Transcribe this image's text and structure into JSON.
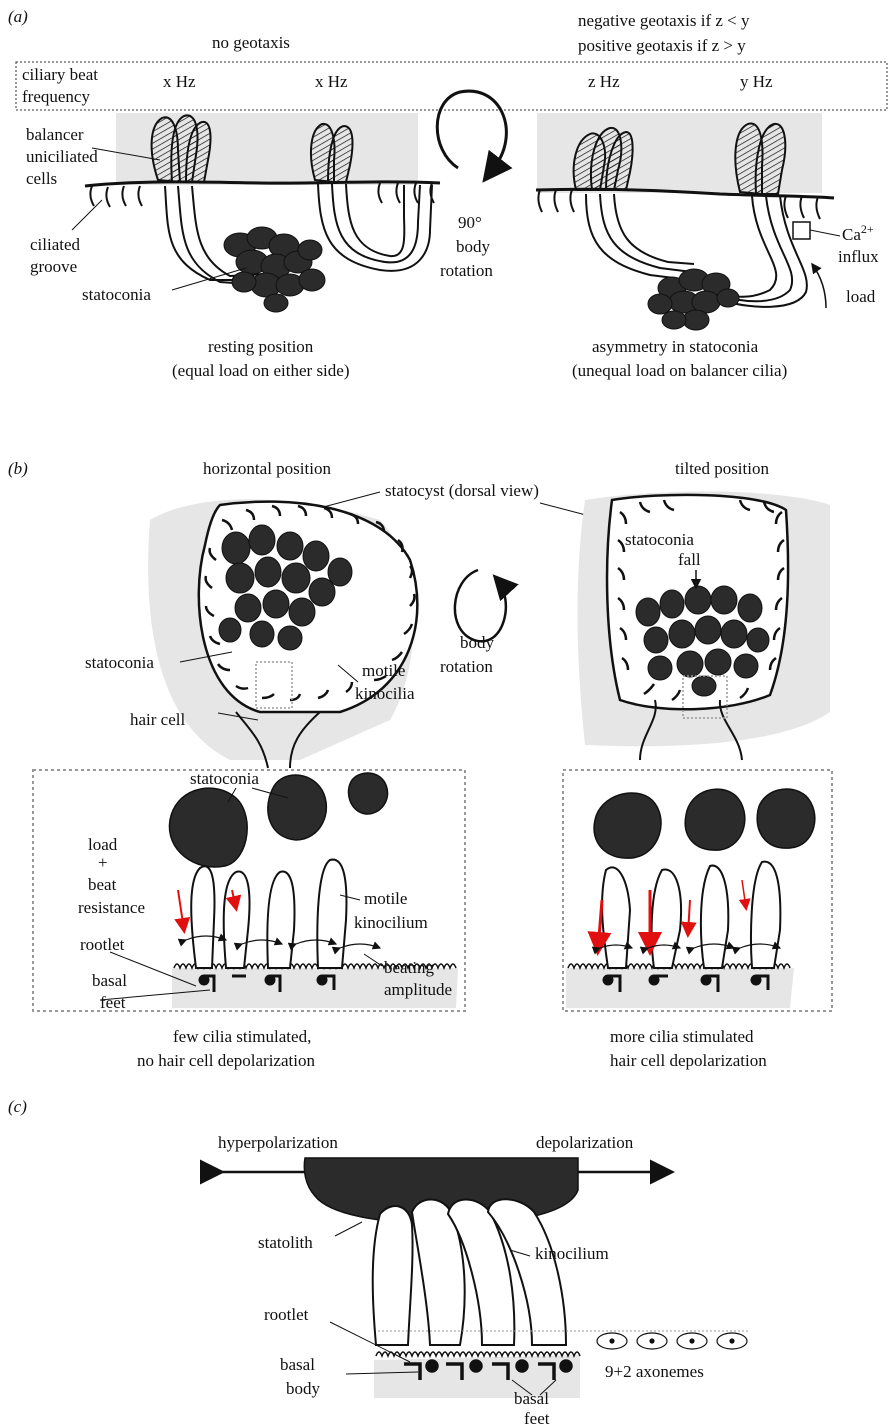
{
  "panel_a": {
    "letter": "(a)",
    "left_title": "no geotaxis",
    "right_title_1": "negative geotaxis if z < y",
    "right_title_2": "positive geotaxis if z > y",
    "cbf_line1": "ciliary beat",
    "cbf_line2": "frequency",
    "freq_left_1": "x Hz",
    "freq_left_2": "x Hz",
    "freq_right_1": "z Hz",
    "freq_right_2": "y Hz",
    "balancer_1": "balancer",
    "balancer_2": "uniciliated",
    "balancer_3": "cells",
    "groove_1": "ciliated",
    "groove_2": "groove",
    "statoconia": "statoconia",
    "rotation_1": "90°",
    "rotation_2": "body",
    "rotation_3": "rotation",
    "ca_1": "Ca",
    "ca_sup": "2+",
    "ca_2": "influx",
    "load": "load",
    "resting_1": "resting position",
    "resting_2": "(equal load on either side)",
    "asym_1": "asymmetry in statoconia",
    "asym_2": "(unequal load on balancer cilia)"
  },
  "panel_b": {
    "letter": "(b)",
    "horizontal": "horizontal position",
    "tilted": "tilted position",
    "statocyst": "statocyst (dorsal view)",
    "statoconia_fall_1": "statoconia",
    "statoconia_fall_2": "fall",
    "rotation_1": "body",
    "rotation_2": "rotation",
    "statoconia": "statoconia",
    "motile_1": "motile",
    "motile_2": "kinocilia",
    "hair_cell": "hair cell",
    "statoconia_zoom": "statoconia",
    "load_1": "load",
    "load_2": "+",
    "load_3": "beat",
    "load_4": "resistance",
    "rootlet": "rootlet",
    "basal_1": "basal",
    "basal_2": "feet",
    "motile_k_1": "motile",
    "motile_k_2": "kinocilium",
    "beating_1": "beating",
    "beating_2": "amplitude",
    "few_1": "few cilia stimulated,",
    "few_2": "no hair cell depolarization",
    "more_1": "more cilia stimulated",
    "more_2": "hair cell depolarization"
  },
  "panel_c": {
    "letter": "(c)",
    "hyper": "hyperpolarization",
    "depol": "depolarization",
    "statolith": "statolith",
    "kinocilium": "kinocilium",
    "rootlet": "rootlet",
    "axonemes": "9+2 axonemes",
    "basal_body_1": "basal",
    "basal_body_2": "body",
    "basal_feet_1": "basal",
    "basal_feet_2": "feet"
  },
  "colors": {
    "gray_fill": "#e6e6e6",
    "dark_fill": "#2b2b2b",
    "stroke": "#111111",
    "red_arrow": "#e01010",
    "dotted": "#999999"
  }
}
